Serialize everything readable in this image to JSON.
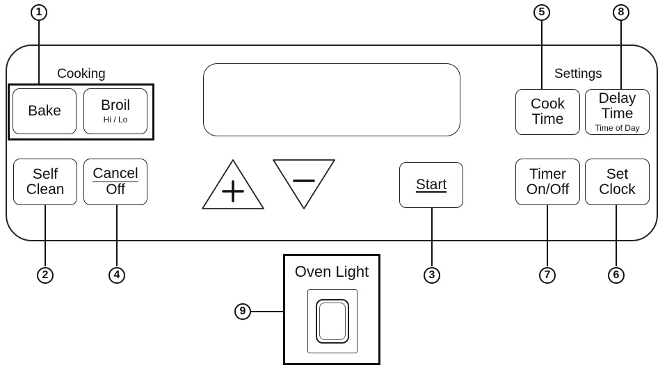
{
  "panel": {
    "cooking_label": "Cooking",
    "settings_label": "Settings",
    "buttons": {
      "bake": {
        "label": "Bake"
      },
      "broil": {
        "label": "Broil",
        "sub": "Hi / Lo"
      },
      "self_clean": {
        "line1": "Self",
        "line2": "Clean"
      },
      "cancel_off": {
        "line1": "Cancel",
        "line2": "Off"
      },
      "plus": {
        "symbol": "+"
      },
      "minus": {
        "symbol": "−"
      },
      "start": {
        "label": "Start"
      },
      "cook_time": {
        "line1": "Cook",
        "line2": "Time"
      },
      "delay_time": {
        "line1": "Delay",
        "line2": "Time",
        "sub": "Time of Day"
      },
      "timer_on_off": {
        "line1": "Timer",
        "line2": "On/Off"
      },
      "set_clock": {
        "line1": "Set",
        "line2": "Clock"
      }
    }
  },
  "oven_light": {
    "label": "Oven Light"
  },
  "callouts": {
    "c1": "1",
    "c2": "2",
    "c3": "3",
    "c4": "4",
    "c5": "5",
    "c6": "6",
    "c7": "7",
    "c8": "8",
    "c9": "9"
  }
}
